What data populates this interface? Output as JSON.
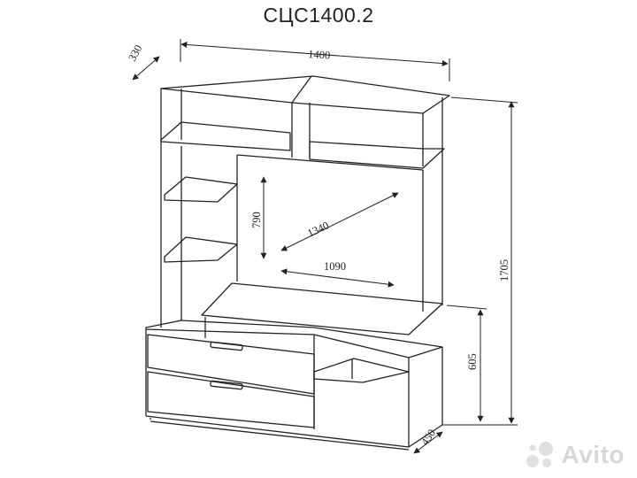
{
  "title": "СЦС1400.2",
  "dimensions": {
    "width": "1400",
    "depth_top": "330",
    "height_total": "1705",
    "height_base": "605",
    "depth_base": "450",
    "tv_height": "790",
    "tv_diagonal": "1340",
    "tv_width": "1090"
  },
  "watermark": {
    "text": "Avito",
    "icon": "avito-dots-logo"
  },
  "colors": {
    "line": "#222222",
    "watermark": "#b8b8b8"
  }
}
